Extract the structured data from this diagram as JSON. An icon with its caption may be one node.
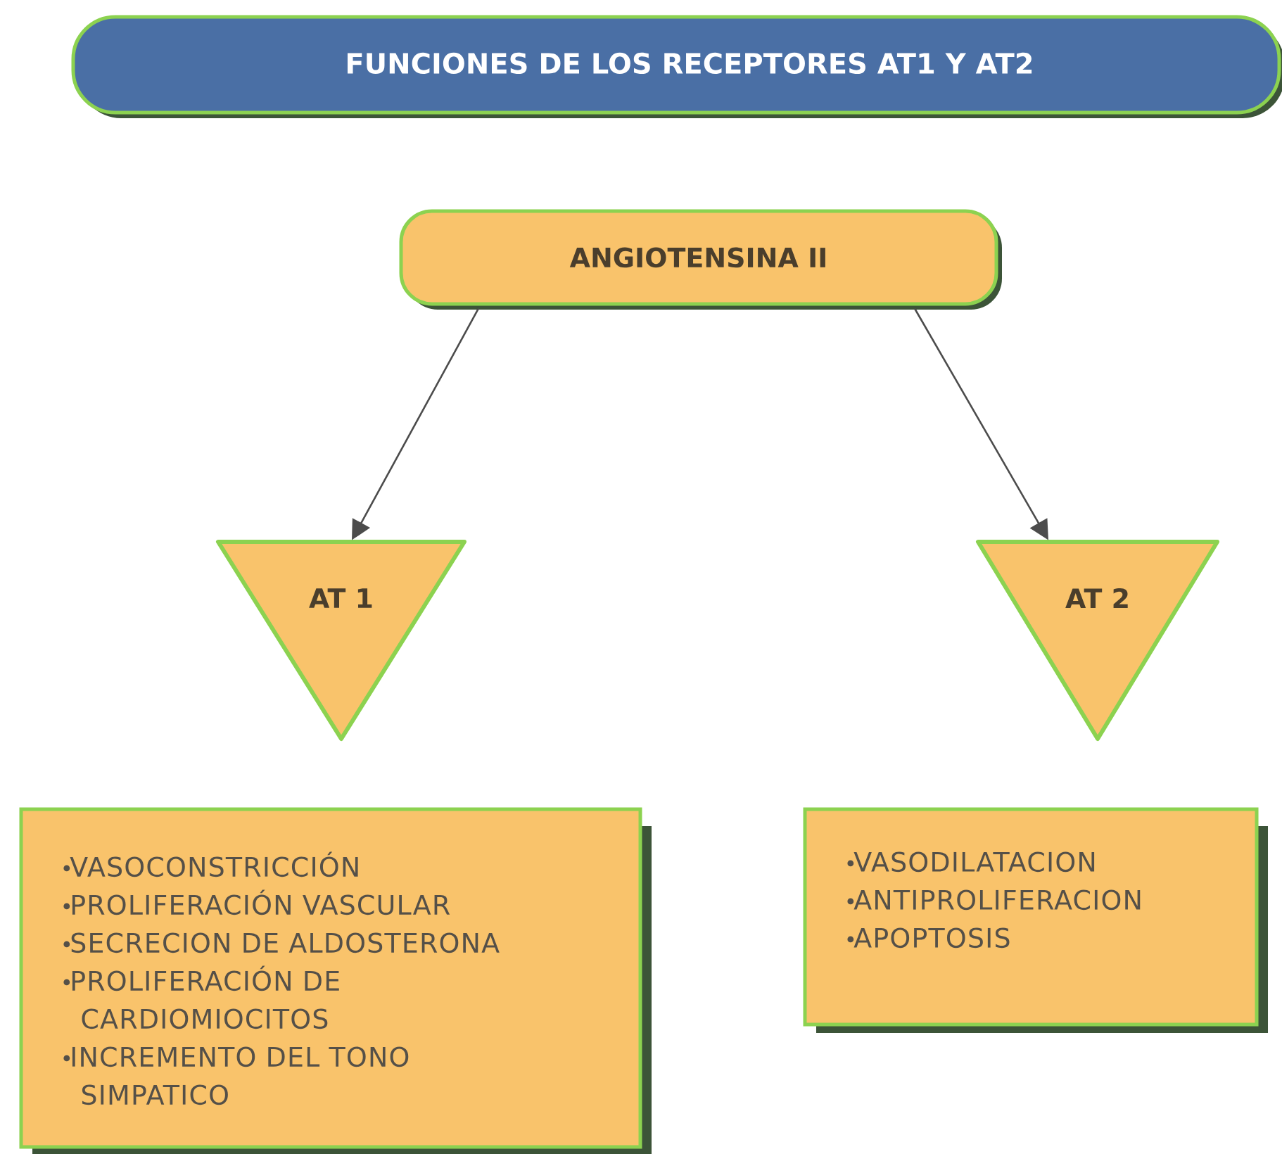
{
  "diagram": {
    "title": "FUNCIONES DE LOS RECEPTORES AT1 Y AT2",
    "nodes": [
      {
        "text": [
          "ANGIOTENSINA II"
        ]
      },
      {
        "text": [
          "AT 1"
        ]
      },
      {
        "text": [
          "AT 2"
        ]
      },
      {
        "text": [
          "VASOCONSTRICCIÓN",
          "PROLIFERACIÓN VASCULAR",
          "SECRECION DE ALDOSTERONA",
          "PROLIFERACIÓN DE CARDIOMIOCITOS",
          "INCREMENTO DEL TONO SIMPATICO"
        ]
      },
      {
        "text": [
          "VASODILATACION",
          "ANTIPROLIFERACION",
          "APOPTOSIS"
        ]
      }
    ],
    "edges": [
      {
        "from": 0,
        "to": 1,
        "arrow": "to"
      },
      {
        "from": 0,
        "to": 2,
        "arrow": "to"
      }
    ]
  }
}
